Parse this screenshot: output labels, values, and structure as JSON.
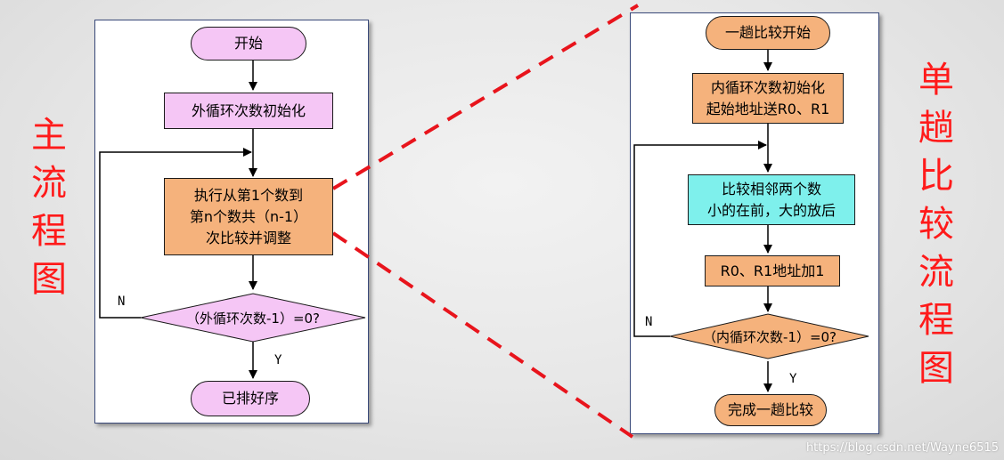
{
  "main_flow": {
    "title_chars": [
      "主",
      "流",
      "程",
      "图"
    ],
    "start": "开始",
    "init": "外循环次数初始化",
    "process_lines": [
      "执行从第1个数到",
      "第n个数共（n-1）",
      "次比较并调整"
    ],
    "decision": "（外循环次数-1）=0?",
    "no_label": "N",
    "yes_label": "Y",
    "end": "已排好序"
  },
  "single_pass_flow": {
    "title_chars": [
      "单",
      "趟",
      "比",
      "较",
      "流",
      "程",
      "图"
    ],
    "start": "一趟比较开始",
    "init_lines": [
      "内循环次数初始化",
      "起始地址送R0、R1"
    ],
    "compare_lines": [
      "比较相邻两个数",
      "小的在前，大的放后"
    ],
    "increment": "R0、R1地址加1",
    "decision": "（内循环次数-1）=0?",
    "no_label": "N",
    "yes_label": "Y",
    "end": "完成一趟比较"
  },
  "watermark": "https://blog.csdn.net/Wayne6515",
  "colors": {
    "title_red": "#ff1a1a",
    "pink": "#f5c6f5",
    "orange": "#f5b27c",
    "cyan": "#7ef0ec",
    "dashed_connector": "#e8141c"
  }
}
